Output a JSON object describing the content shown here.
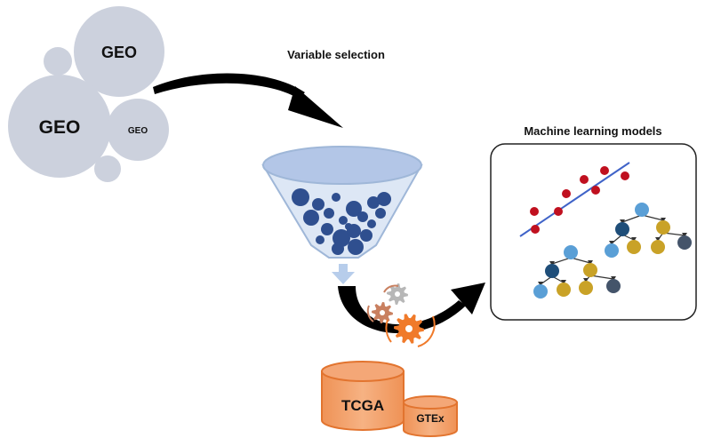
{
  "geo_cluster": {
    "large_label": "GEO",
    "medium_label": "GEO",
    "small_label": "GEO"
  },
  "arrow_label": "Variable selection",
  "ml_panel": {
    "title": "Machine learning models"
  },
  "databases": {
    "primary": "TCGA",
    "secondary": "GTEx"
  },
  "colors": {
    "bubble_gray": "#ccd1dd",
    "funnel_fill": "#dde7f5",
    "funnel_stroke": "#9fb7d8",
    "funnel_mouth": "#b3c6e7",
    "particle_blue": "#2f4f8f",
    "database_orange": "#f2a06a",
    "database_stroke": "#e2742f",
    "gear_gray": "#b7b7b7",
    "gear_brown": "#c98060",
    "gear_orange": "#f07a2a",
    "scatter_red": "#c0101f",
    "regression_line": "#3f63c8",
    "node_light_blue": "#5a9fd6",
    "node_dark_blue": "#1f4e79",
    "node_gold": "#c9a227",
    "node_slate": "#44546a"
  },
  "icons": [
    "arrow-curve-icon",
    "funnel-icon",
    "gear-icon",
    "database-icon",
    "scatter-plot-icon",
    "decision-tree-icon"
  ]
}
